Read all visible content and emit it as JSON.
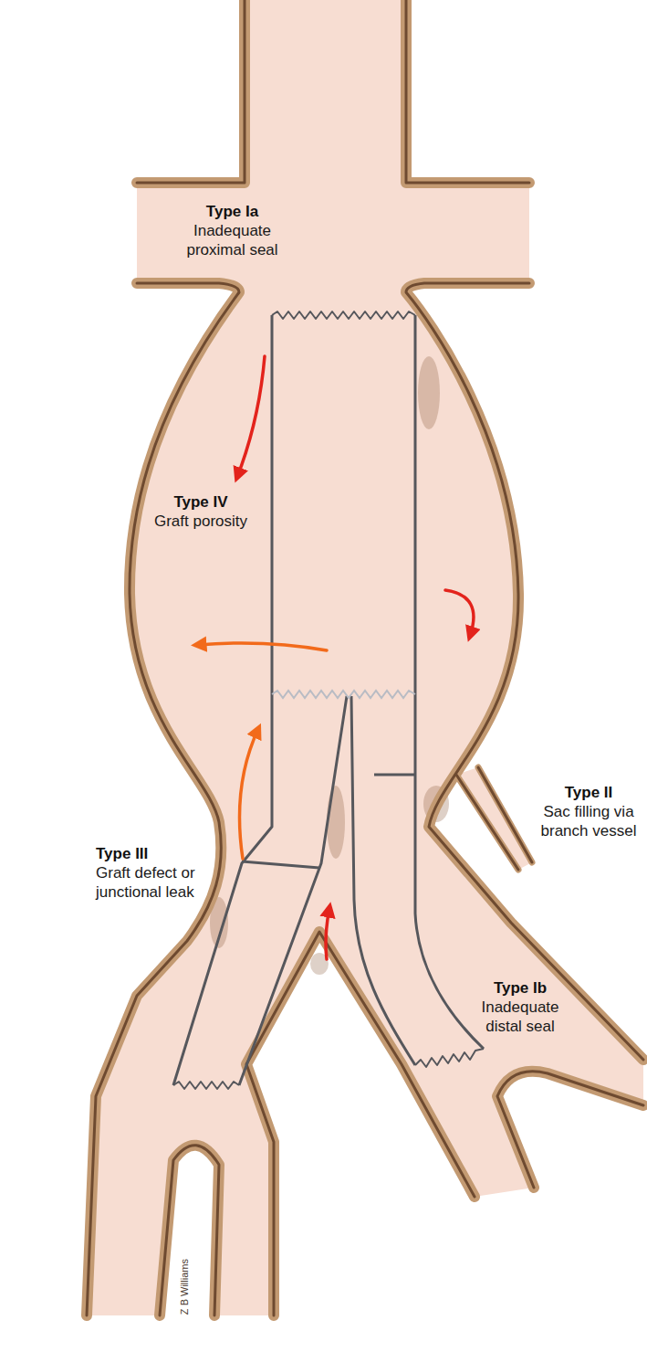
{
  "diagram": {
    "labels": [
      "Type Ia",
      "Inadequate proximal seal",
      "Type IV",
      "Graft porosity",
      "Type II",
      "Sac filling via branch vessel",
      "Type III",
      "Graft defect or junctional leak",
      "Type Ib",
      "Inadequate distal seal",
      "Z B Williams"
    ]
  }
}
